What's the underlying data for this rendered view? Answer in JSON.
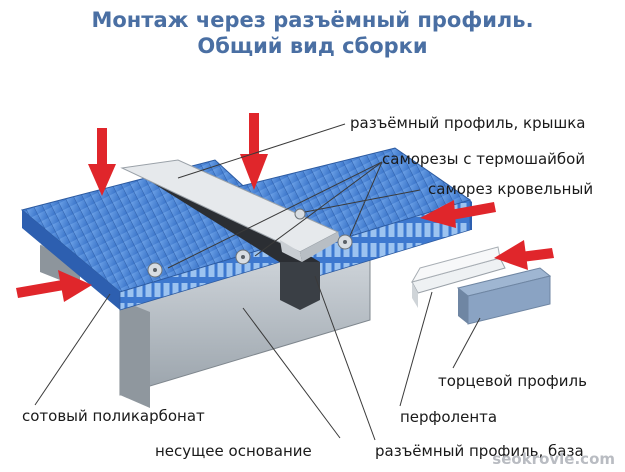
{
  "title": {
    "line1": "Монтаж через разъёмный профиль.",
    "line2": "Общий вид сборки"
  },
  "labels": {
    "cap": "разъёмный профиль, крышка",
    "screws_thermo": "саморезы с термошайбой",
    "screw_roof": "саморез кровельный",
    "end_profile": "торцевой профиль",
    "polycarbonate": "сотовый поликарбонат",
    "tape": "перфолента",
    "base_support": "несущее основание",
    "profile_base": "разъёмный профиль, база"
  },
  "watermark": "seokrovle.com",
  "colors": {
    "arrow": "#e0262b",
    "panel": "#3f7fd3",
    "panel_dark": "#2d5fb0",
    "steel": "#b9c1c8",
    "title": "#4a6fa3"
  }
}
